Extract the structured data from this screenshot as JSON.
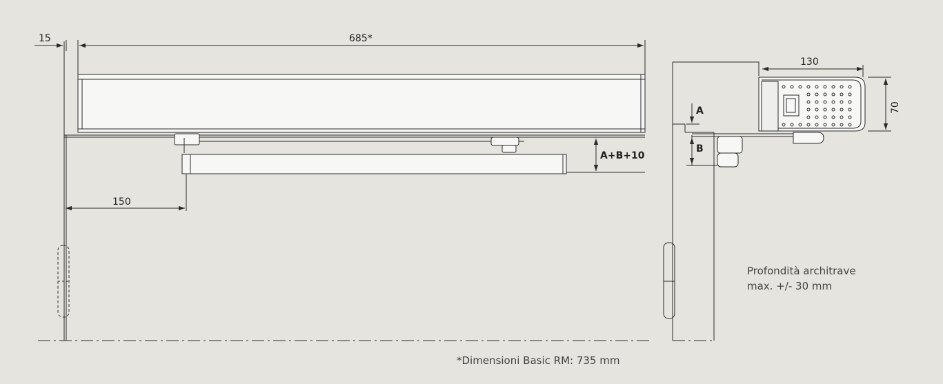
{
  "dimensions": {
    "overall_length": "685*",
    "offset_left": "15",
    "arm_offset": "150",
    "gap_label": "A+B+10",
    "depth_width": "130",
    "depth_height": "70",
    "label_a": "A",
    "label_b": "B"
  },
  "notes": {
    "lintel_line1": "Profondità architrave",
    "lintel_line2": "max. +/- 30 mm",
    "footnote": "*Dimensioni Basic RM: 735 mm"
  },
  "colors": {
    "background": "#e6e4df",
    "line": "#2a2a2a",
    "body_fill": "#f7f7f5"
  }
}
